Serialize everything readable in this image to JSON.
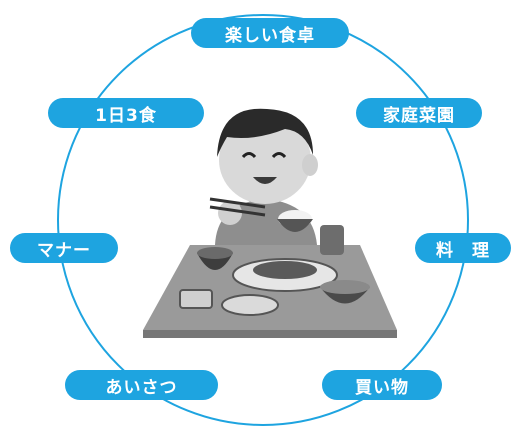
{
  "colors": {
    "accent": "#1ea4e0",
    "text_on_accent": "#ffffff"
  },
  "center_illustration": {
    "icon": "boy-eating-japanese-meal-illustration"
  },
  "nodes": [
    {
      "id": "top",
      "label": "楽しい食卓"
    },
    {
      "id": "upper-right",
      "label": "家庭菜園"
    },
    {
      "id": "right",
      "label": "料　理"
    },
    {
      "id": "lower-right",
      "label": "買い物"
    },
    {
      "id": "lower-left",
      "label": "あいさつ"
    },
    {
      "id": "left",
      "label": "マナー"
    },
    {
      "id": "upper-left",
      "label": "1日3食"
    }
  ]
}
